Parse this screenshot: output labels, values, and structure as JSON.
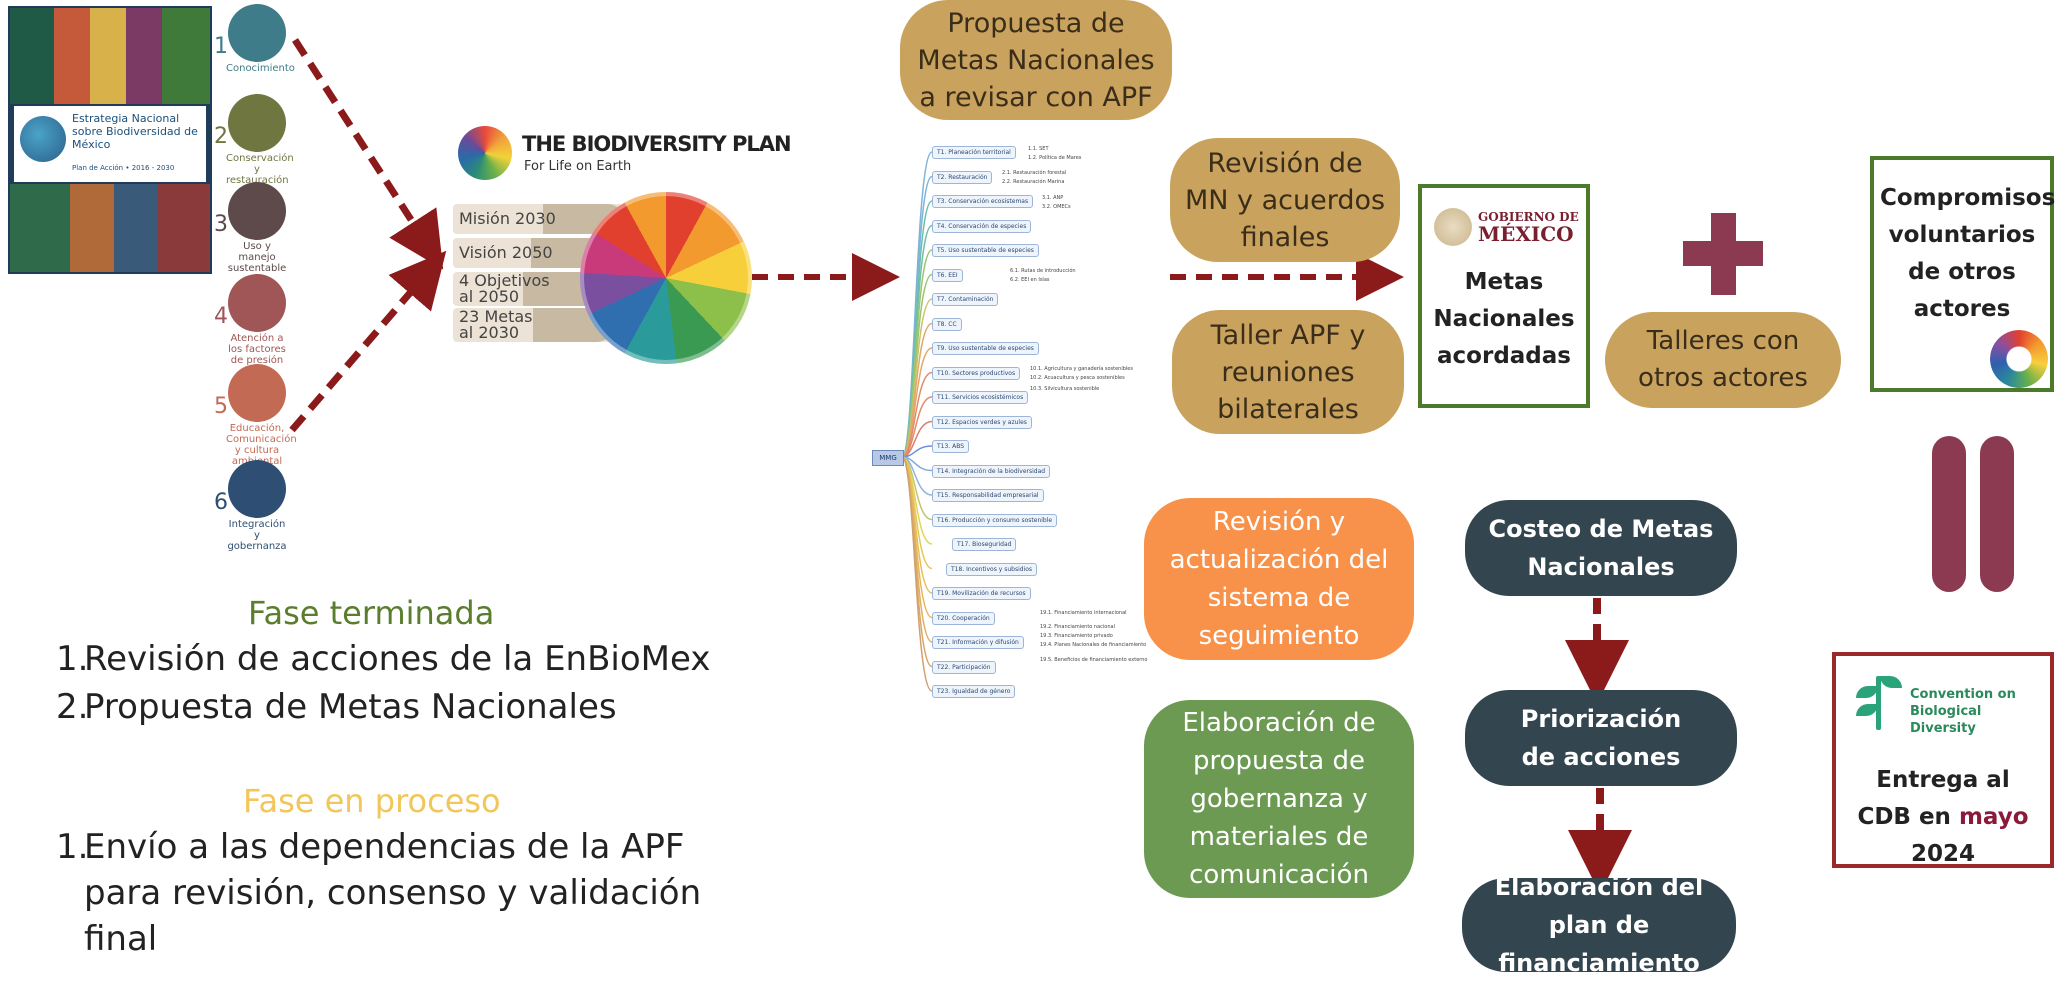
{
  "cover": {
    "title": "Estrategia Nacional sobre Biodiversidad de México",
    "subtitle": "Plan de Acción  •  2016 - 2030"
  },
  "strategy_icons": [
    {
      "num": "1",
      "label": "Conocimiento",
      "color": "#3e7c8a",
      "glyph": "tree-icon"
    },
    {
      "num": "2",
      "label": "Conservación\ny restauración",
      "color": "#6f7640",
      "glyph": "leaf-icon"
    },
    {
      "num": "3",
      "label": "Uso y manejo\nsustentable",
      "color": "#5e4a4a",
      "glyph": "hands-icon"
    },
    {
      "num": "4",
      "label": "Atención a\nlos factores\nde presión",
      "color": "#a05656",
      "glyph": "warning-icon"
    },
    {
      "num": "5",
      "label": "Educación,\nComunicación\ny cultura\nambiental",
      "color": "#c36a55",
      "glyph": "people-icon"
    },
    {
      "num": "6",
      "label": "Integración y\ngobernanza",
      "color": "#2e4e73",
      "glyph": "network-icon"
    }
  ],
  "biodiversity_plan": {
    "brand": "THE BIODIVERSITY PLAN",
    "tagline": "For Life on Earth",
    "bands": [
      "Misión 2030",
      "Visión 2050",
      "4  Objetivos\nal 2050",
      "23 Metas\nal 2030"
    ]
  },
  "mindmap": {
    "root": "MMG",
    "nodes": [
      "T1. Planeación territorial",
      "T2. Restauración",
      "T3. Conservación ecosistemas",
      "T4. Conservación de especies",
      "T5. Uso sustentable de especies",
      "T6. EEI",
      "T7. Contaminación",
      "T8. CC",
      "T9. Uso sustentable de especies",
      "T10. Sectores productivos",
      "T11. Servicios ecosistémicos",
      "T12. Espacios verdes y azules",
      "T13. ABS",
      "T14. Integración de la biodiversidad",
      "T15. Responsabilidad empresarial",
      "T16. Producción y consumo sostenible",
      "T17. Bioseguridad",
      "T18. Incentivos y subsidios",
      "T19. Movilización de recursos",
      "T20. Cooperación",
      "T21. Información y difusión",
      "T22. Participación",
      "T23. Igualdad de género"
    ],
    "sub_labels": [
      "1.1. SET",
      "1.2. Política de Mares",
      "2.1. Restauración forestal",
      "2.2. Restauración Marina",
      "3.1. ANP",
      "3.2. OMECs",
      "6.1. Rutas de introducción",
      "6.2. EEI en Islas",
      "10.1. Agricultura y ganadería sostenibles",
      "10.2. Acuacultura y pesca sostenibles",
      "10.3. Silvicultura sostenible",
      "19.1. Financiamiento internacional",
      "19.2. Financiamiento nacional",
      "19.3. Financiamiento privado",
      "19.4. Planes Nacionales de financiamiento",
      "19.5. Beneficios de financiamiento externo"
    ]
  },
  "boxes": {
    "propuesta": "Propuesta de Metas Nacionales a revisar con APF",
    "revision_mn": "Revisión de MN y acuerdos finales",
    "taller_apf": "Taller APF y reuniones bilaterales",
    "talleres_otros": "Talleres con otros actores",
    "revision_sistema": "Revisión y actualización del sistema de seguimiento",
    "elaboracion_gobernanza": "Elaboración de propuesta de gobernanza y materiales de comunicación",
    "costeo": "Costeo de Metas Nacionales",
    "priorizacion": "Priorización de acciones",
    "plan_financiamiento": "Elaboración del plan de financiamiento"
  },
  "gobierno": {
    "logo_line1": "GOBIERNO DE",
    "logo_line2": "MÉXICO",
    "text": "Metas Nacionales acordadas"
  },
  "compromisos": "Compromisos voluntarios de otros actores",
  "cbd": {
    "logo_text": "Convention on Biological Diversity",
    "text_before": "Entrega al CDB en ",
    "text_highlight": "mayo",
    "text_after": " 2024"
  },
  "fase_terminada": {
    "title": "Fase terminada",
    "items": [
      "Revisión de acciones de la EnBioMex",
      "Propuesta de Metas Nacionales"
    ]
  },
  "fase_proceso": {
    "title": "Fase en proceso",
    "items": [
      "Envío a las dependencias de la APF para revisión, consenso y validación final"
    ]
  },
  "colors": {
    "arrow": "#8b1a1a",
    "tan": "#c9a35e",
    "orange": "#f8924a",
    "green": "#6c9a52",
    "navy": "#33454f",
    "plus": "#8b3a52",
    "fase_terminada": "#5a7d2e",
    "fase_proceso": "#f2c65a"
  }
}
